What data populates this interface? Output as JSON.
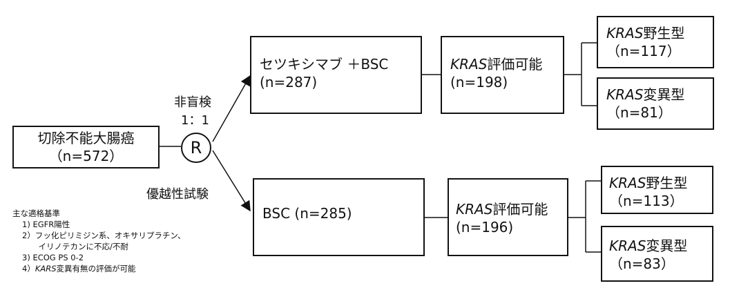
{
  "population": {
    "line1": "切除不能大腸癌",
    "line2": "（n=572）"
  },
  "randomization": {
    "symbol": "R",
    "design": "非盲検",
    "ratio": "1：1",
    "trial_type": "優越性試験"
  },
  "arm_cetuximab": {
    "line1": "セツキシマブ ＋BSC",
    "line2": "(n=287)",
    "evaluable": {
      "gene": "KRAS",
      "label": "評価可能",
      "n": "(n=198)"
    },
    "wild": {
      "gene": "KRAS",
      "label": "野生型",
      "n": "（n=117）"
    },
    "mutant": {
      "gene": "KRAS",
      "label": "変異型",
      "n": "（n=81）"
    }
  },
  "arm_bsc": {
    "line1": "BSC (n=285)",
    "evaluable": {
      "gene": "KRAS",
      "label": "評価可能",
      "n": "(n=196)"
    },
    "wild": {
      "gene": "KRAS",
      "label": "野生型",
      "n": "（n=113）"
    },
    "mutant": {
      "gene": "KRAS",
      "label": "変異型",
      "n": "（n=83）"
    }
  },
  "criteria": {
    "title": "主な適格基準",
    "items": [
      "1) EGFR陽性",
      "2）フッ化ピリミジン系、オキサリプラチン、",
      "　イリノテカンに不応/不耐",
      "3) ECOG PS 0-2"
    ],
    "item4_prefix": "4）",
    "item4_gene": "KARS",
    "item4_rest": "変異有無の評価が可能"
  }
}
